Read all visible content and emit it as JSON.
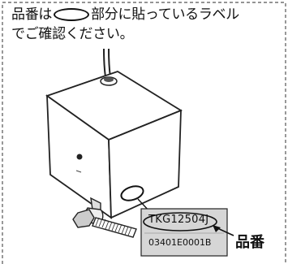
{
  "caption": {
    "line1_before": "品番は",
    "line1_after": "部分に貼っているラベル",
    "line2": "でご確認ください。"
  },
  "label": {
    "model_number": "TKG12504J",
    "serial_number": "03401E0001B",
    "callout": "品番"
  },
  "icons": [
    "oval-marker-icon",
    "arrow-icon"
  ]
}
